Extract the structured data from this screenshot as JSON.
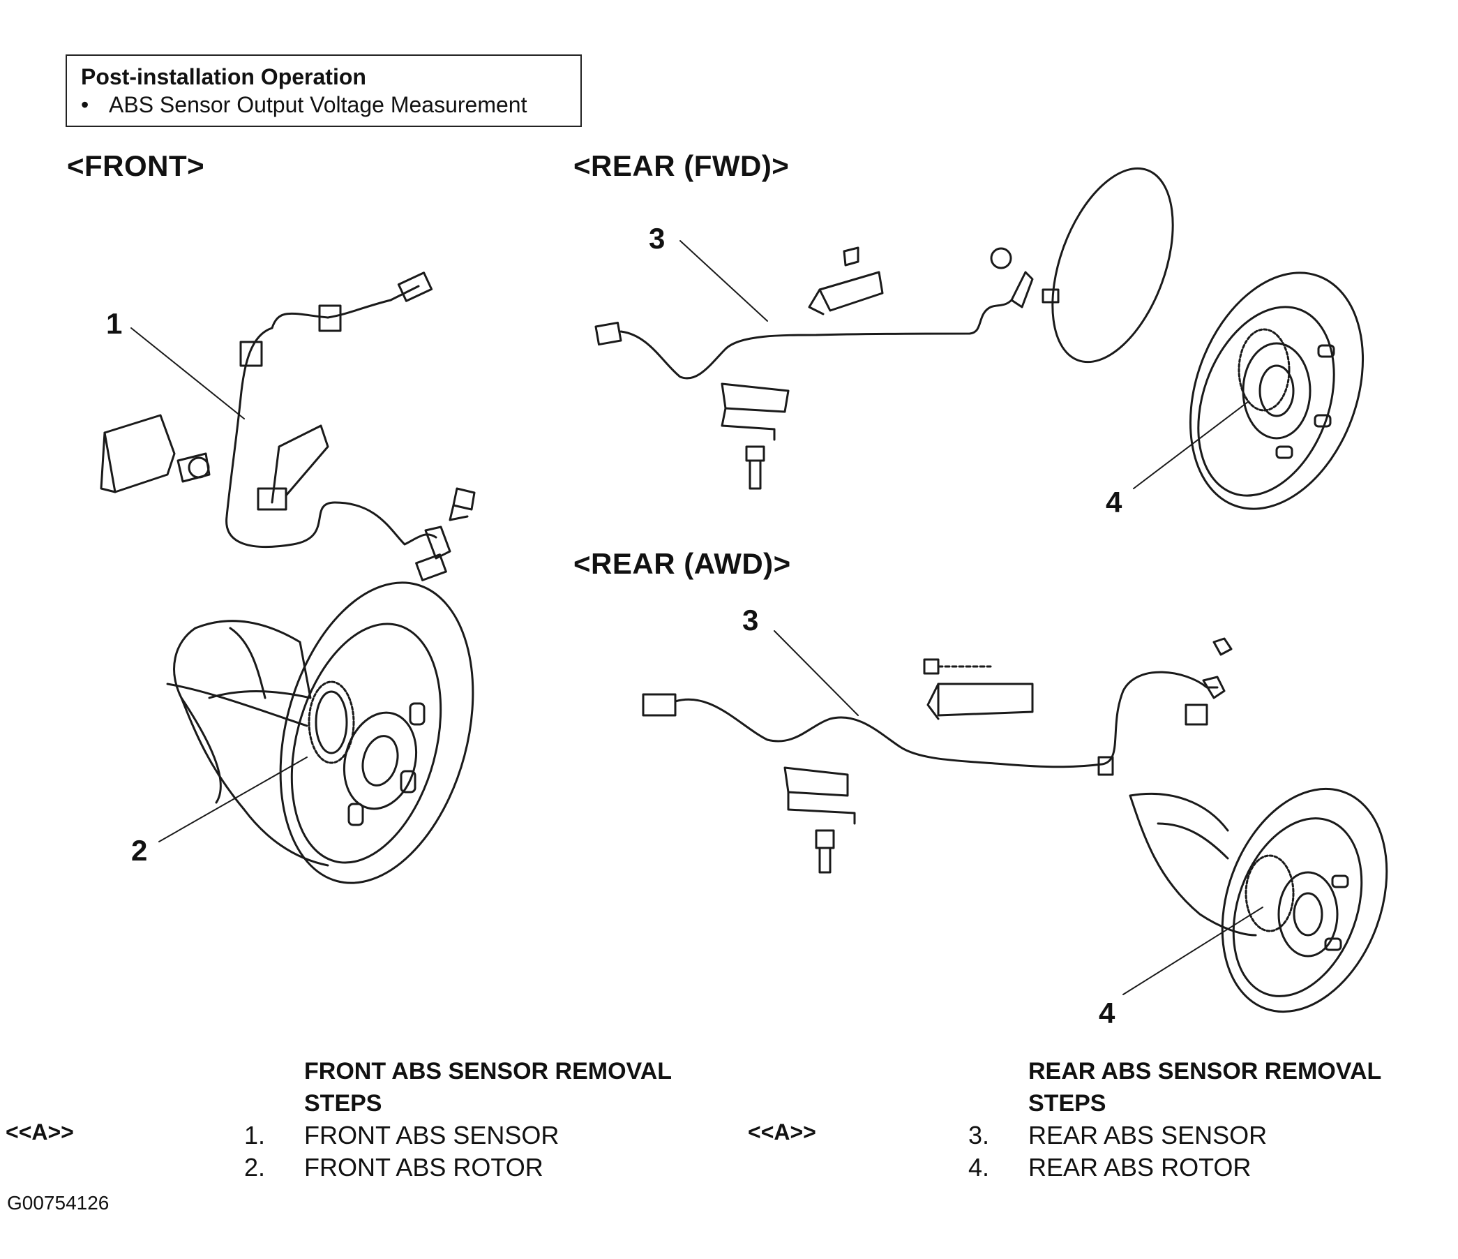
{
  "post_install": {
    "title": "Post-installation Operation",
    "items": [
      "ABS Sensor Output Voltage Measurement"
    ]
  },
  "headings": {
    "front": "<FRONT>",
    "rear_fwd": "<REAR (FWD)>",
    "rear_awd": "<REAR (AWD)>"
  },
  "callouts": {
    "c1": "1",
    "c2": "2",
    "c3_fwd": "3",
    "c4_fwd": "4",
    "c3_awd": "3",
    "c4_awd": "4"
  },
  "front_steps": {
    "title_line1": "FRONT ABS SENSOR REMOVAL",
    "title_line2": "STEPS",
    "marker": "<<A>>",
    "items": [
      {
        "num": "1.",
        "label": "FRONT ABS SENSOR"
      },
      {
        "num": "2.",
        "label": "FRONT ABS ROTOR"
      }
    ]
  },
  "rear_steps": {
    "title_line1": "REAR ABS SENSOR REMOVAL",
    "title_line2": "STEPS",
    "marker": "<<A>>",
    "items": [
      {
        "num": "3.",
        "label": "REAR ABS SENSOR"
      },
      {
        "num": "4.",
        "label": "REAR ABS ROTOR"
      }
    ]
  },
  "figure_id": "G00754126"
}
